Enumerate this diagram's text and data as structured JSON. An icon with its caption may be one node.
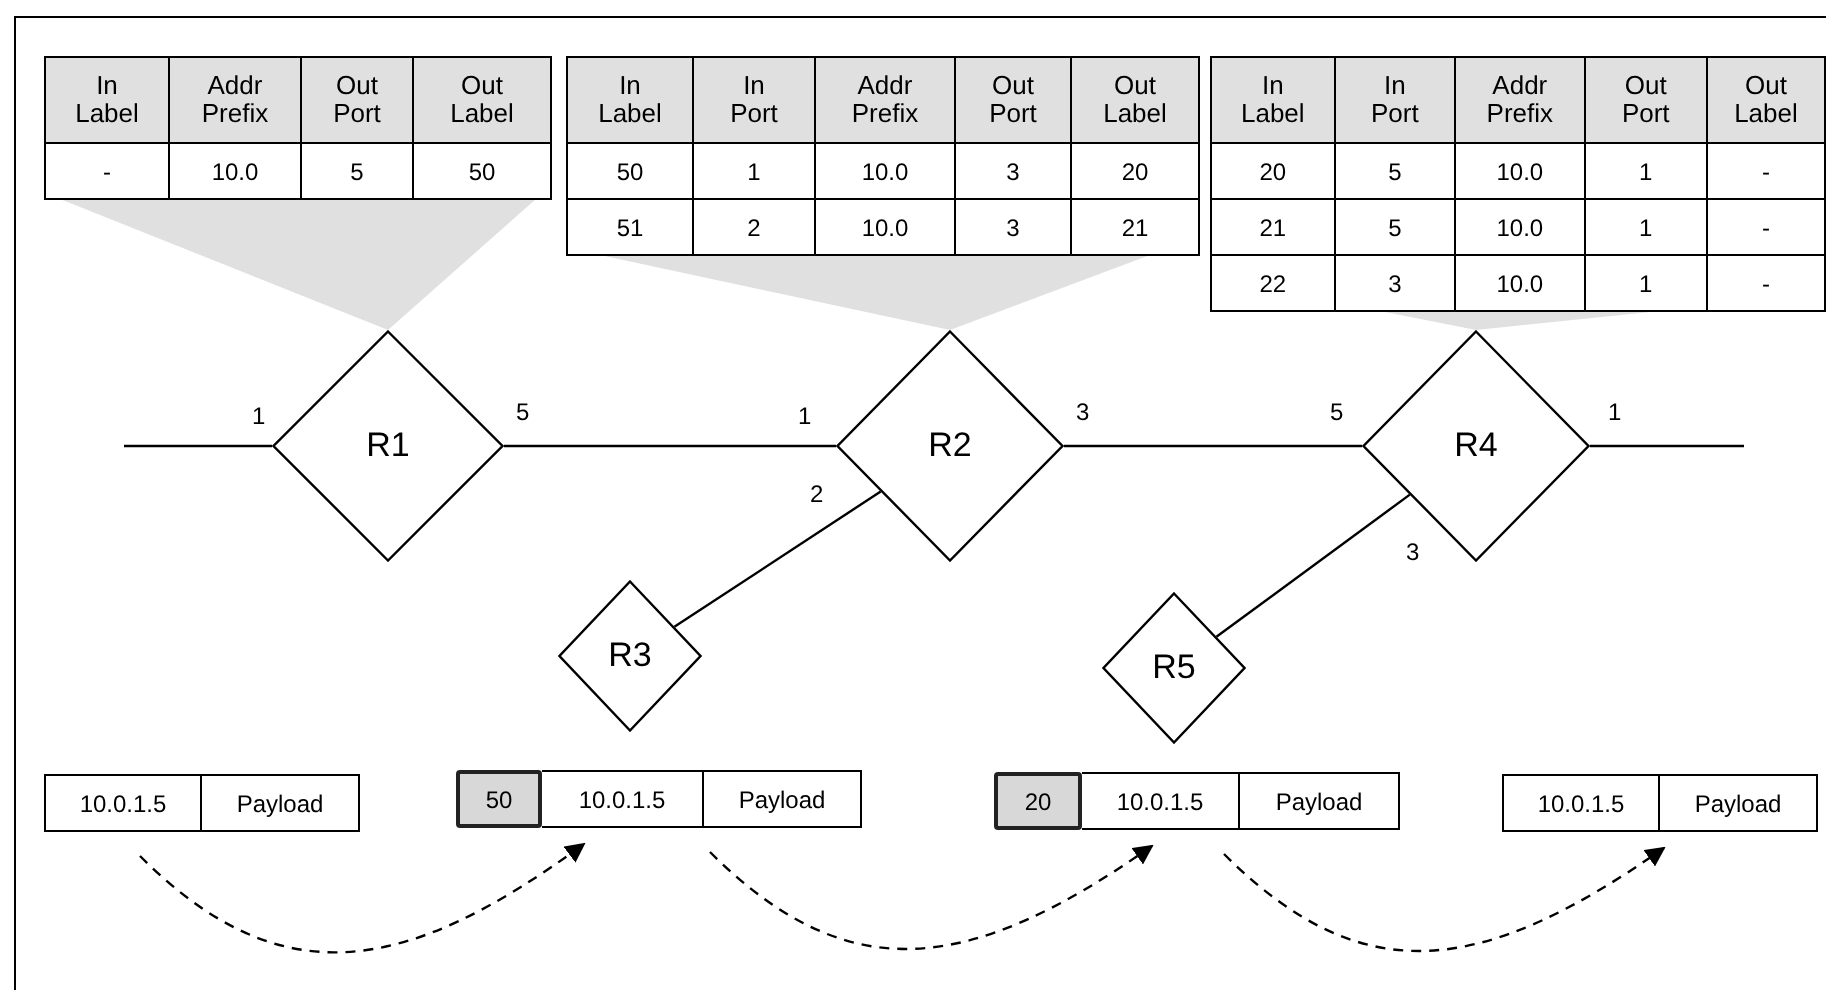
{
  "diagram": {
    "nodes": [
      {
        "text": [
          "In Label",
          "Addr Prefix",
          "Out Port",
          "Out Label",
          "-",
          "10.0",
          "5",
          "50"
        ]
      },
      {
        "text": [
          "In Label",
          "In Port",
          "Addr Prefix",
          "Out Port",
          "Out Label",
          "50",
          "1",
          "10.0",
          "3",
          "20",
          "51",
          "2",
          "10.0",
          "3",
          "21"
        ]
      },
      {
        "text": [
          "In Label",
          "In Port",
          "Addr Prefix",
          "Out Port",
          "Out Label",
          "20",
          "5",
          "10.0",
          "1",
          "-",
          "21",
          "5",
          "10.0",
          "1",
          "-",
          "22",
          "3",
          "10.0",
          "1",
          "-"
        ]
      },
      {
        "text": [
          "R1"
        ]
      },
      {
        "text": [
          "R2"
        ]
      },
      {
        "text": [
          "R3"
        ]
      },
      {
        "text": [
          "R4"
        ]
      },
      {
        "text": [
          "R5"
        ]
      },
      {
        "text": [
          "10.0.1.5",
          "Payload"
        ]
      },
      {
        "text": [
          "50",
          "10.0.1.5",
          "Payload"
        ]
      },
      {
        "text": [
          "20",
          "10.0.1.5",
          "Payload"
        ]
      },
      {
        "text": [
          "10.0.1.5",
          "Payload"
        ]
      }
    ],
    "edges": [
      {
        "from": 0,
        "to": 3,
        "arrow": "none",
        "color": "#e0e0e0"
      },
      {
        "from": 1,
        "to": 4,
        "arrow": "none",
        "color": "#e0e0e0"
      },
      {
        "from": 2,
        "to": 6,
        "arrow": "none",
        "color": "#e0e0e0"
      },
      {
        "from": null,
        "to": 3,
        "arrow": "none"
      },
      {
        "from": 3,
        "to": 4,
        "arrow": "none"
      },
      {
        "from": 4,
        "to": 6,
        "arrow": "none"
      },
      {
        "from": 6,
        "to": null,
        "arrow": "none"
      },
      {
        "from": 5,
        "to": 4,
        "arrow": "none"
      },
      {
        "from": 7,
        "to": 6,
        "arrow": "none"
      },
      {
        "from": 8,
        "to": 9,
        "arrow": "to",
        "style": "dashed"
      },
      {
        "from": 9,
        "to": 10,
        "arrow": "to",
        "style": "dashed"
      },
      {
        "from": 10,
        "to": 11,
        "arrow": "to",
        "style": "dashed"
      }
    ],
    "labels": [
      "1",
      "5",
      "1",
      "3",
      "5",
      "1",
      "2",
      "3"
    ]
  }
}
